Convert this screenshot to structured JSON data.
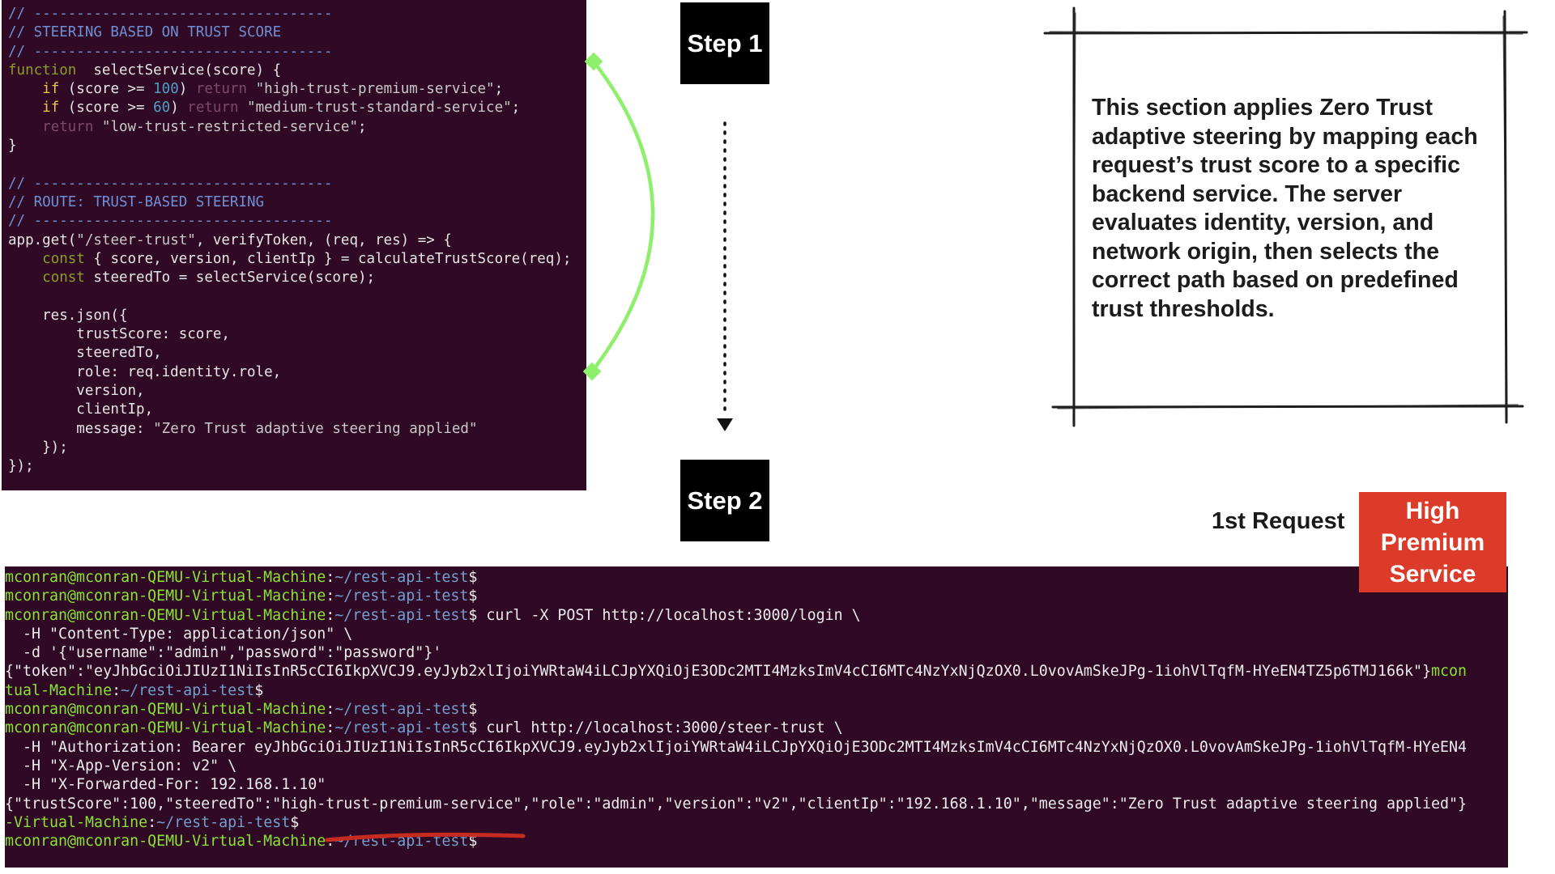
{
  "code_lines": [
    [
      [
        "c-com",
        "// -----------------------------------"
      ]
    ],
    [
      [
        "c-com",
        "// STEERING BASED ON TRUST SCORE"
      ]
    ],
    [
      [
        "c-com",
        "// -----------------------------------"
      ]
    ],
    [
      [
        "c-kw",
        "function"
      ],
      [
        "",
        "  selectService(score) {"
      ]
    ],
    [
      [
        "",
        "    "
      ],
      [
        "c-if",
        "if"
      ],
      [
        "",
        " (score >= "
      ],
      [
        "c-num",
        "100"
      ],
      [
        "",
        ") "
      ],
      [
        "c-ret",
        "return"
      ],
      [
        "c-str",
        " \"high-trust-premium-service\""
      ],
      [
        "",
        ";"
      ]
    ],
    [
      [
        "",
        "    "
      ],
      [
        "c-if",
        "if"
      ],
      [
        "",
        " (score >= "
      ],
      [
        "c-num",
        "60"
      ],
      [
        "",
        ") "
      ],
      [
        "c-ret",
        "return"
      ],
      [
        "c-str",
        " \"medium-trust-standard-service\""
      ],
      [
        "",
        ";"
      ]
    ],
    [
      [
        "",
        "    "
      ],
      [
        "c-ret",
        "return"
      ],
      [
        "c-str",
        " \"low-trust-restricted-service\""
      ],
      [
        "",
        ";"
      ]
    ],
    [
      [
        "",
        "}"
      ]
    ],
    [
      [
        "",
        ""
      ]
    ],
    [
      [
        "c-com",
        "// -----------------------------------"
      ]
    ],
    [
      [
        "c-com",
        "// ROUTE: TRUST-BASED STEERING"
      ]
    ],
    [
      [
        "c-com",
        "// -----------------------------------"
      ]
    ],
    [
      [
        "",
        "app.get("
      ],
      [
        "c-str",
        "\"/steer-trust\""
      ],
      [
        "",
        ", verifyToken, (req, res) => {"
      ]
    ],
    [
      [
        "",
        "    "
      ],
      [
        "c-kw",
        "const"
      ],
      [
        "",
        " { score, version, clientIp } = calculateTrustScore(req);"
      ]
    ],
    [
      [
        "",
        "    "
      ],
      [
        "c-kw",
        "const"
      ],
      [
        "",
        " steeredTo = selectService(score);"
      ]
    ],
    [
      [
        "",
        ""
      ]
    ],
    [
      [
        "",
        "    res.json({"
      ]
    ],
    [
      [
        "",
        "        trustScore: score,"
      ]
    ],
    [
      [
        "",
        "        steeredTo,"
      ]
    ],
    [
      [
        "",
        "        role: req.identity.role,"
      ]
    ],
    [
      [
        "",
        "        version,"
      ]
    ],
    [
      [
        "",
        "        clientIp,"
      ]
    ],
    [
      [
        "",
        "        message: "
      ],
      [
        "c-str",
        "\"Zero Trust adaptive steering applied\""
      ]
    ],
    [
      [
        "",
        "    });"
      ]
    ],
    [
      [
        "",
        "});"
      ]
    ]
  ],
  "terminal_lines": [
    [
      [
        "p-user",
        "mconran@mconran-QEMU-Virtual-Machine"
      ],
      [
        "",
        ":"
      ],
      [
        "p-path",
        "~/rest-api-test"
      ],
      [
        "",
        "$"
      ]
    ],
    [
      [
        "p-user",
        "mconran@mconran-QEMU-Virtual-Machine"
      ],
      [
        "",
        ":"
      ],
      [
        "p-path",
        "~/rest-api-test"
      ],
      [
        "",
        "$"
      ]
    ],
    [
      [
        "p-user",
        "mconran@mconran-QEMU-Virtual-Machine"
      ],
      [
        "",
        ":"
      ],
      [
        "p-path",
        "~/rest-api-test"
      ],
      [
        "",
        "$ curl -X POST http://localhost:3000/login \\"
      ]
    ],
    [
      [
        "",
        "  -H \"Content-Type: application/json\" \\"
      ]
    ],
    [
      [
        "",
        "  -d '{\"username\":\"admin\",\"password\":\"password\"}'"
      ]
    ],
    [
      [
        "",
        "{\"token\":\"eyJhbGciOiJIUzI1NiIsInR5cCI6IkpXVCJ9.eyJyb2xlIjoiYWRtaW4iLCJpYXQiOjE3ODc2MTI4MzksImV4cCI6MTc4NzYxNjQzOX0.L0vovAmSkeJPg-1iohVlTqfM-HYeEN4TZ5p6TMJ166k\"}"
      ],
      [
        "p-user",
        "mcon"
      ]
    ],
    [
      [
        "p-user",
        "tual-Machine"
      ],
      [
        "",
        ":"
      ],
      [
        "p-path",
        "~/rest-api-test"
      ],
      [
        "",
        "$"
      ]
    ],
    [
      [
        "p-user",
        "mconran@mconran-QEMU-Virtual-Machine"
      ],
      [
        "",
        ":"
      ],
      [
        "p-path",
        "~/rest-api-test"
      ],
      [
        "",
        "$"
      ]
    ],
    [
      [
        "p-user",
        "mconran@mconran-QEMU-Virtual-Machine"
      ],
      [
        "",
        ":"
      ],
      [
        "p-path",
        "~/rest-api-test"
      ],
      [
        "",
        "$ curl http://localhost:3000/steer-trust \\"
      ]
    ],
    [
      [
        "",
        "  -H \"Authorization: Bearer eyJhbGciOiJIUzI1NiIsInR5cCI6IkpXVCJ9.eyJyb2xlIjoiYWRtaW4iLCJpYXQiOjE3ODc2MTI4MzksImV4cCI6MTc4NzYxNjQzOX0.L0vovAmSkeJPg-1iohVlTqfM-HYeEN4"
      ]
    ],
    [
      [
        "",
        "  -H \"X-App-Version: v2\" \\"
      ]
    ],
    [
      [
        "",
        "  -H \"X-Forwarded-For: 192.168.1.10\""
      ]
    ],
    [
      [
        "",
        "{\"trustScore\":100,\"steeredTo\":\"high-trust-premium-service\",\"role\":\"admin\",\"version\":\"v2\",\"clientIp\":\"192.168.1.10\",\"message\":\"Zero Trust adaptive steering applied\"}"
      ]
    ],
    [
      [
        "p-user",
        "-Virtual-Machine"
      ],
      [
        "",
        ":"
      ],
      [
        "p-path",
        "~/rest-api-test"
      ],
      [
        "",
        "$"
      ]
    ],
    [
      [
        "p-user",
        "mconran@mconran-QEMU-Virtual-Machine"
      ],
      [
        "",
        ":"
      ],
      [
        "p-path",
        "~/rest-api-test"
      ],
      [
        "",
        "$"
      ]
    ]
  ],
  "steps": {
    "step1": "Step 1",
    "step2": "Step 2"
  },
  "note": {
    "text": "This section applies Zero Trust adaptive steering by mapping each request’s trust score to a specific backend service. The server evaluates identity, version, and network origin, then selects the correct path based on predefined trust thresholds."
  },
  "request": {
    "label": "1st Request",
    "badge_lines": [
      "High",
      "Premium",
      "Service"
    ]
  },
  "colors": {
    "panel_bg": "#300a24",
    "bracket_green": "#8ef06a",
    "badge_red": "#dd3b2a",
    "underline_red": "#c62b1f"
  }
}
